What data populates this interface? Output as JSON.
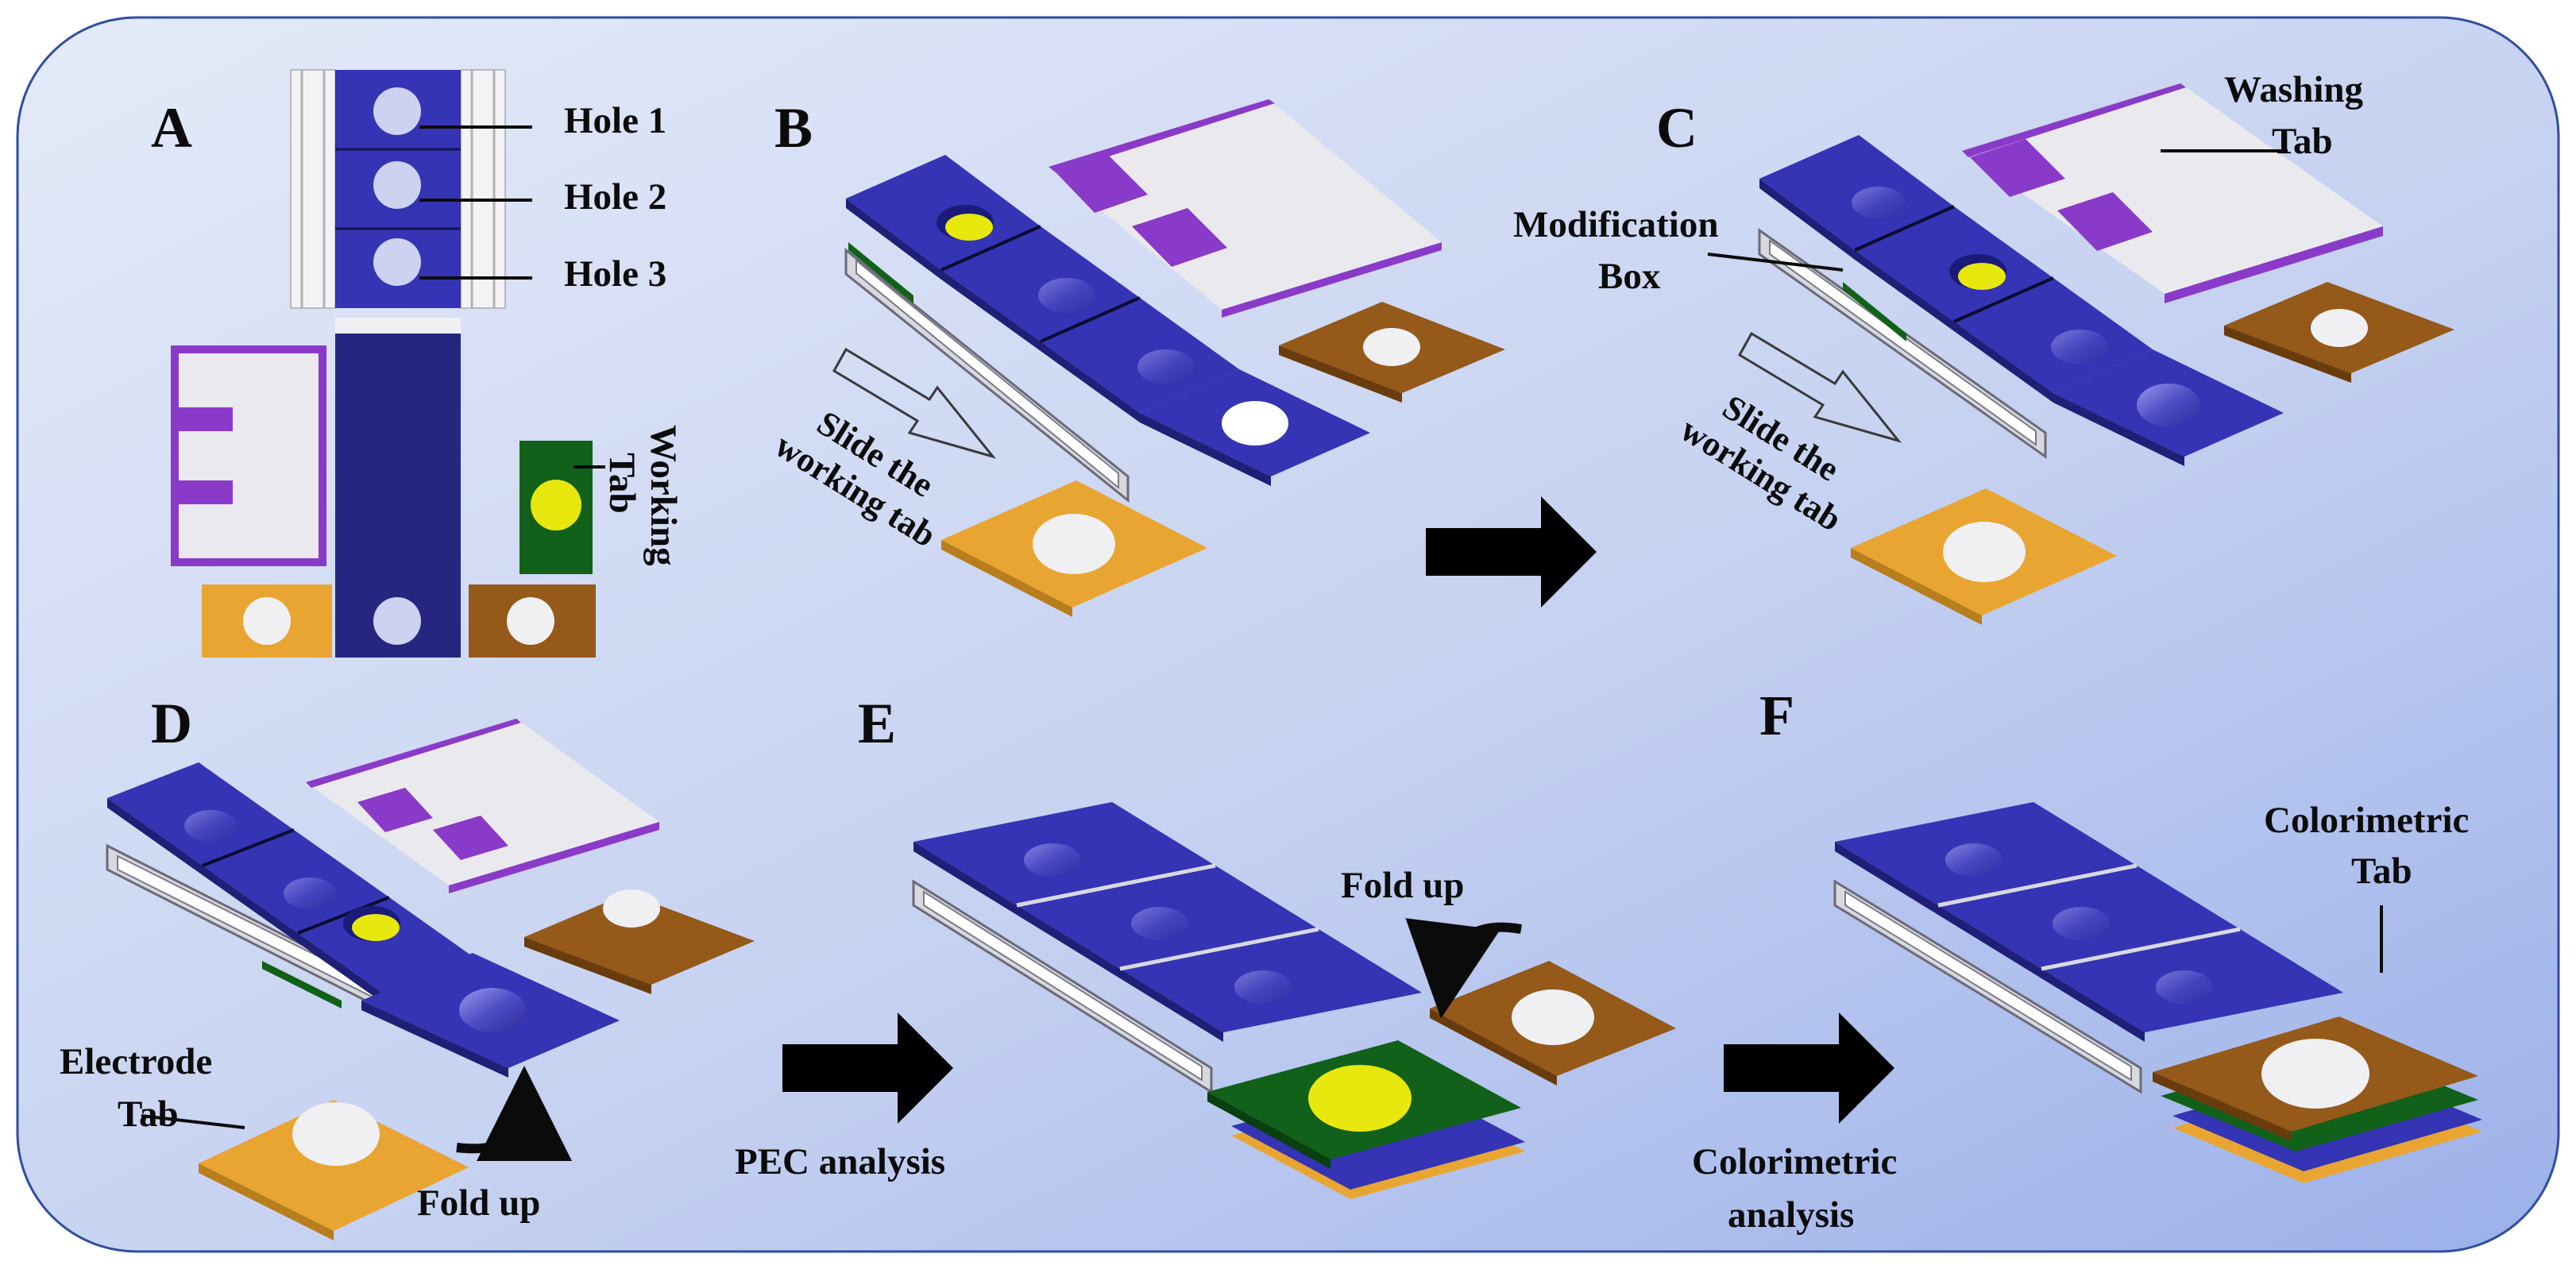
{
  "panels": {
    "a": "A",
    "b": "B",
    "c": "C",
    "d": "D",
    "e": "E",
    "f": "F"
  },
  "panel_a": {
    "hole1": "Hole 1",
    "hole2": "Hole 2",
    "hole3": "Hole 3",
    "working_tab": [
      "Working",
      "Tab"
    ]
  },
  "panel_b": {
    "slide": [
      "Slide the",
      "working tab"
    ]
  },
  "panel_c": {
    "washing_tab": [
      "Washing",
      "Tab"
    ],
    "modification_box": [
      "Modification",
      "Box"
    ],
    "slide": [
      "Slide the",
      "working tab"
    ]
  },
  "panel_d": {
    "electrode_tab": [
      "Electrode",
      "Tab"
    ],
    "fold_up": "Fold up"
  },
  "panel_e": {
    "fold_up": "Fold up",
    "pec_analysis": "PEC analysis"
  },
  "panel_f": {
    "colorimetric_tab": [
      "Colorimetric",
      "Tab"
    ],
    "colorimetric_analysis": [
      "Colorimetric",
      "analysis"
    ]
  },
  "colors": {
    "blue_tab": "#3232a8",
    "dark_blue": "#262680",
    "washing_white": "#e9e9ee",
    "purple": "#8a3ac8",
    "orange": "#e9a531",
    "brown": "#95591a",
    "green": "#11611a",
    "yellow": "#e8e80f"
  }
}
